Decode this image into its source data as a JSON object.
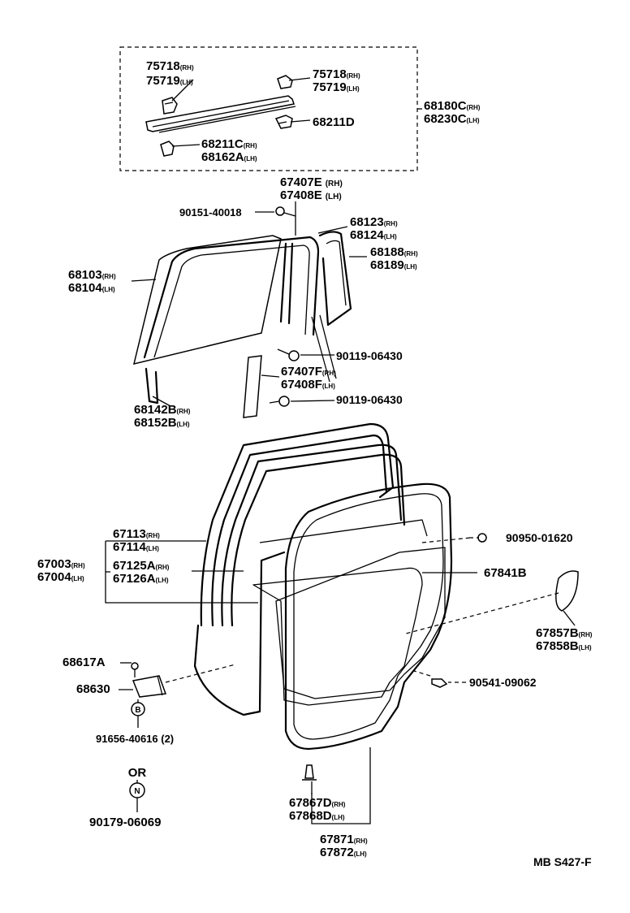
{
  "callouts": {
    "clip_group": [
      {
        "n1": "75718",
        "s1": "(RH)",
        "n2": "75719",
        "s2": "(LH)"
      },
      {
        "n1": "75718",
        "s1": "(RH)",
        "n2": "75719",
        "s2": "(LH)"
      },
      {
        "n1": "68211D",
        "s1": ""
      },
      {
        "n1": "68211C",
        "s1": "(RH)",
        "n2": "68162A",
        "s2": "(LH)"
      },
      {
        "n1": "68180C",
        "s1": "(RH)",
        "n2": "68230C",
        "s2": "(LH)"
      }
    ],
    "glass_group": [
      {
        "n1": "67407E",
        "s1": "(RH)",
        "n2": "67408E",
        "s2": "(LH)"
      },
      {
        "n1": "90151-40018"
      },
      {
        "n1": "68123",
        "s1": "(RH)",
        "n2": "68124",
        "s2": "(LH)"
      },
      {
        "n1": "68188",
        "s1": "(RH)",
        "n2": "68189",
        "s2": "(LH)"
      },
      {
        "n1": "68103",
        "s1": "(RH)",
        "n2": "68104",
        "s2": "(LH)"
      },
      {
        "n1": "90119-06430"
      },
      {
        "n1": "67407F",
        "s1": "(RH)",
        "n2": "67408F",
        "s2": "(LH)"
      },
      {
        "n1": "90119-06430"
      },
      {
        "n1": "68142B",
        "s1": "(RH)",
        "n2": "68152B",
        "s2": "(LH)"
      }
    ],
    "door_group": [
      {
        "n1": "67113",
        "s1": "(RH)",
        "n2": "67114",
        "s2": "(LH)"
      },
      {
        "n1": "67003",
        "s1": "(RH)",
        "n2": "67004",
        "s2": "(LH)"
      },
      {
        "n1": "67125A",
        "s1": "(RH)",
        "n2": "67126A",
        "s2": "(LH)"
      },
      {
        "n1": "90950-01620"
      },
      {
        "n1": "67841B"
      },
      {
        "n1": "67857B",
        "s1": "(RH)",
        "n2": "67858B",
        "s2": "(LH)"
      },
      {
        "n1": "68617A"
      },
      {
        "n1": "68630"
      },
      {
        "n1": "90541-09062"
      },
      {
        "n1": "91656-40616 (2)"
      },
      {
        "n1": "OR"
      },
      {
        "n1": "90179-06069"
      },
      {
        "n1": "67867D",
        "s1": "(RH)",
        "n2": "67868D",
        "s2": "(LH)"
      },
      {
        "n1": "67871",
        "s1": "(RH)",
        "n2": "67872",
        "s2": "(LH)"
      }
    ],
    "marker_b": "B",
    "marker_n": "N"
  },
  "footer": {
    "code": "MB S427-F"
  }
}
